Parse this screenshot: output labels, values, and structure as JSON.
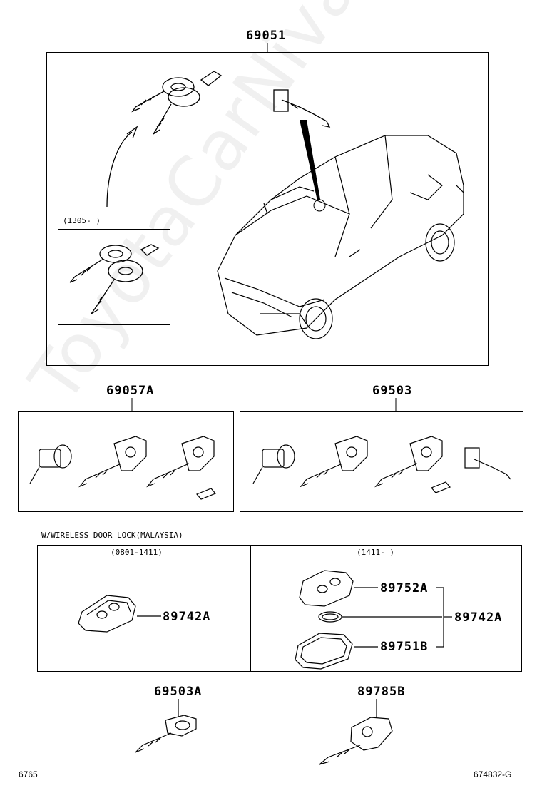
{
  "watermark": "ToyotaCarNiva.ru",
  "parts": {
    "p69051": "69051",
    "p69057A": "69057A",
    "p69503": "69503",
    "p69503A": "69503A",
    "p89785B": "89785B",
    "p89742A_left": "89742A",
    "p89742A_right": "89742A",
    "p89752A": "89752A",
    "p89751B": "89751B"
  },
  "inset_range": "(1305-     )",
  "wireless": {
    "heading": "W/WIRELESS DOOR LOCK(MALAYSIA)",
    "col1": "(0801-1411)",
    "col2": "(1411-     )"
  },
  "footer": {
    "left": "6765",
    "right": "674832-G"
  }
}
